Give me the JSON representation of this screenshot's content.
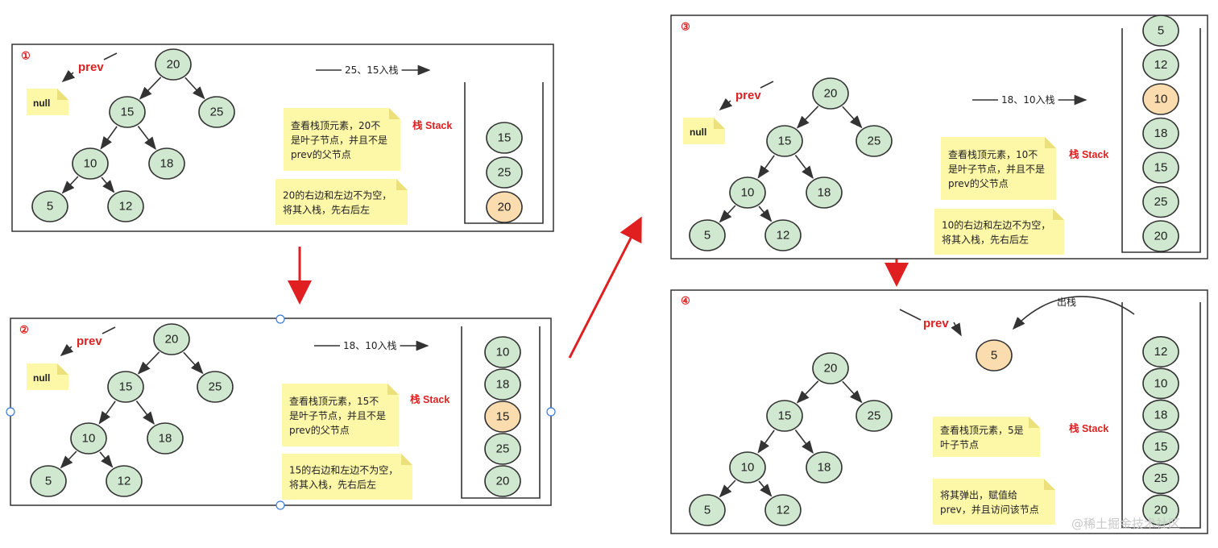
{
  "panels": [
    {
      "id": "p1",
      "number": "①",
      "prev_label": "prev",
      "null_label": "null",
      "arrow_text": "25、15入栈",
      "stack_label": "栈 Stack",
      "note1": [
        "查看栈顶元素，20不",
        "是叶子节点，并且不是",
        "prev的父节点"
      ],
      "note2": [
        "20的右边和左边不为空，",
        "将其入栈，先右后左"
      ],
      "stack_items": [
        "15",
        "25",
        "20"
      ],
      "stack_highlight": "20",
      "tree": [
        "20",
        "15",
        "25",
        "10",
        "18",
        "5",
        "12"
      ]
    },
    {
      "id": "p2",
      "number": "②",
      "prev_label": "prev",
      "null_label": "null",
      "arrow_text": "18、10入栈",
      "stack_label": "栈 Stack",
      "note1": [
        "查看栈顶元素，15不",
        "是叶子节点，并且不是",
        "prev的父节点"
      ],
      "note2": [
        "15的右边和左边不为空，",
        "将其入栈，先右后左"
      ],
      "stack_items": [
        "10",
        "18",
        "15",
        "25",
        "20"
      ],
      "stack_highlight": "15",
      "tree": [
        "20",
        "15",
        "25",
        "10",
        "18",
        "5",
        "12"
      ]
    },
    {
      "id": "p3",
      "number": "③",
      "prev_label": "prev",
      "null_label": "null",
      "arrow_text": "18、10入栈",
      "stack_label": "栈 Stack",
      "note1": [
        "查看栈顶元素，10不",
        "是叶子节点，并且不是",
        "prev的父节点"
      ],
      "note2": [
        "10的右边和左边不为空，",
        "将其入栈，先右后左"
      ],
      "stack_items": [
        "5",
        "12",
        "10",
        "18",
        "15",
        "25",
        "20"
      ],
      "stack_highlight": "10",
      "tree": [
        "20",
        "15",
        "25",
        "10",
        "18",
        "5",
        "12"
      ]
    },
    {
      "id": "p4",
      "number": "④",
      "prev_label": "prev",
      "pop_label": "出栈",
      "popped_node": "5",
      "stack_label": "栈 Stack",
      "note1": [
        "查看栈顶元素，5是",
        "叶子节点"
      ],
      "note2": [
        "将其弹出，赋值给",
        "prev，并且访问该节点"
      ],
      "stack_items": [
        "12",
        "10",
        "18",
        "15",
        "25",
        "20"
      ],
      "stack_highlight": "",
      "tree": [
        "20",
        "15",
        "25",
        "10",
        "18",
        "5",
        "12"
      ]
    }
  ],
  "watermark": "@稀土掘金技术社区",
  "colors": {
    "node": "#cfe8cf",
    "highlight": "#fbdcae",
    "note": "#fdf7a8",
    "accent": "#e02020"
  }
}
